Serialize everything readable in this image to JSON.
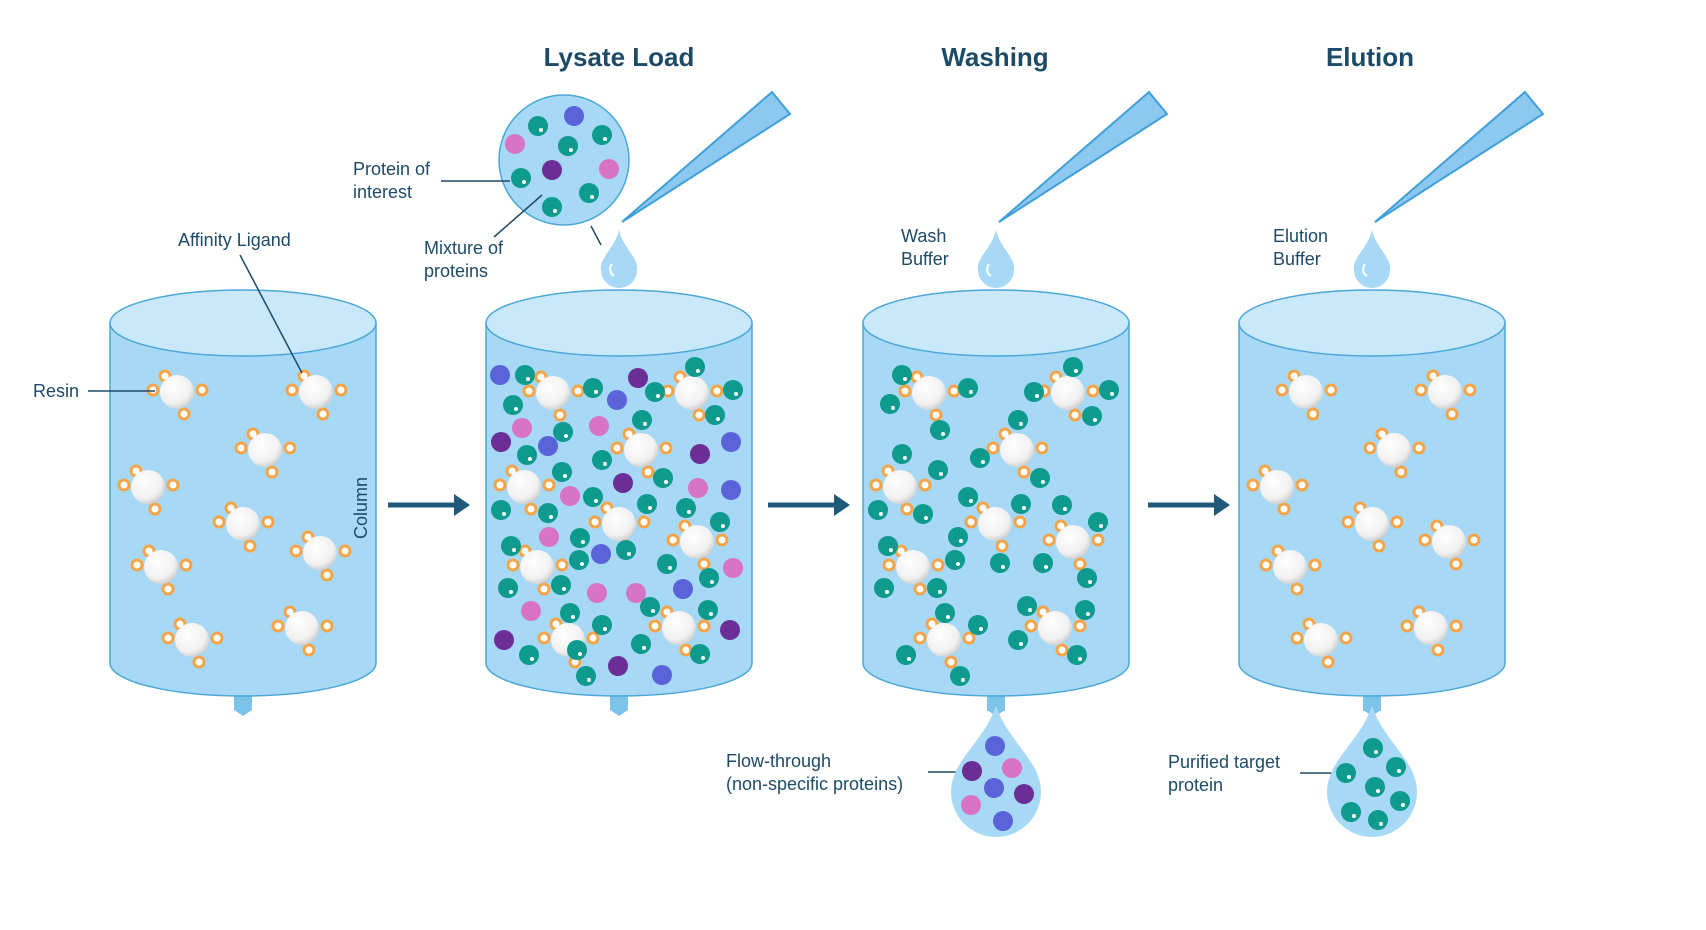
{
  "steps": [
    {
      "title": ""
    },
    {
      "title": "Lysate Load"
    },
    {
      "title": "Washing"
    },
    {
      "title": "Elution"
    }
  ],
  "labels": {
    "affinity_ligand": "Affinity Ligand",
    "resin": "Resin",
    "column": "Column",
    "protein_of_interest_1": "Protein of",
    "protein_of_interest_2": "interest",
    "mixture_1": "Mixture of",
    "mixture_2": "proteins",
    "wash_1": "Wash",
    "wash_2": "Buffer",
    "elution_1": "Elution",
    "elution_2": "Buffer",
    "flow_1": "Flow-through",
    "flow_2": "(non-specific proteins)",
    "purified_1": "Purified target",
    "purified_2": "protein"
  },
  "colors": {
    "text": "#1d4a66",
    "column_fill": "#a7d9f6",
    "column_top": "#c9e9fb",
    "column_stroke": "#4ba7d8",
    "ligand": "#f5a447",
    "target_protein": "#0e9a8c",
    "blue_protein": "#5a63d8",
    "purple_protein": "#6a2e96",
    "pink_protein": "#d873c8",
    "arrow": "#1f5a7a"
  }
}
